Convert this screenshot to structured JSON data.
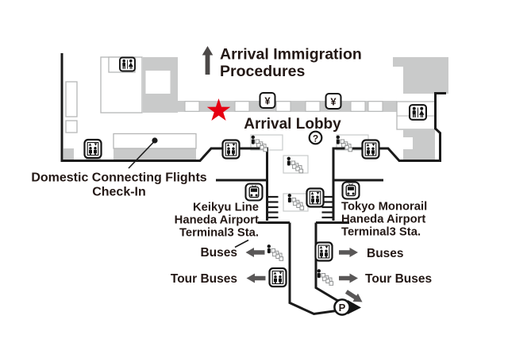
{
  "map": {
    "immigration": {
      "line1": "Arrival Immigration",
      "line2": "Procedures"
    },
    "arrival_lobby": "Arrival Lobby",
    "domestic_checkin": {
      "line1": "Domestic Connecting Flights",
      "line2": "Check-In"
    },
    "keikyu_station": {
      "line1": "Keikyu Line",
      "line2": "Haneda Airport",
      "line3": "Terminal3 Sta."
    },
    "monorail_station": {
      "line1": "Tokyo Monorail",
      "line2": "Haneda Airport",
      "line3": "Terminal3 Sta."
    },
    "exits_left": {
      "buses": "Buses",
      "tour_buses": "Tour Buses"
    },
    "exits_right": {
      "buses": "Buses",
      "tour_buses": "Tour Buses"
    },
    "badges": {
      "currency_exchange": "¥",
      "information": "?",
      "parking": "P"
    },
    "icons": {
      "toilet": "toilet-icon",
      "elevator": "elevator-icon",
      "escalator": "escalator-icon",
      "train": "train-icon",
      "currency_exchange": "currency-exchange-icon",
      "information": "information-icon",
      "parking": "parking-icon",
      "current_location": "red-star-icon",
      "direction": "arrow-icon"
    },
    "colors": {
      "wall": "#1a1a1a",
      "area_fill": "#c9caca",
      "room_outline": "#b5b6b6",
      "star": "#e60012",
      "arrow_gray": "#595757",
      "arrow_dark": "#4c4948",
      "text": "#231815",
      "background": "#ffffff"
    }
  }
}
